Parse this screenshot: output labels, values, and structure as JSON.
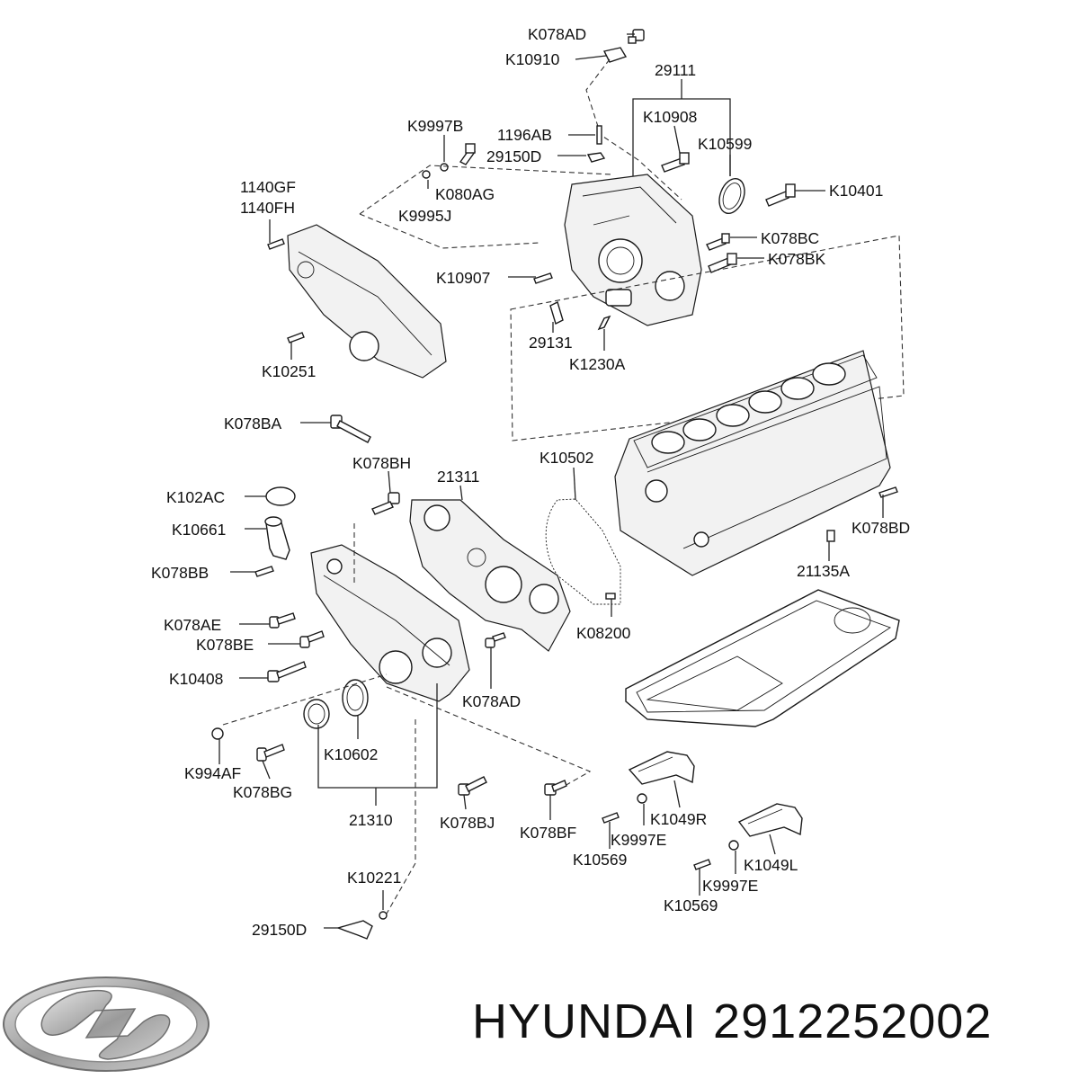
{
  "labels": [
    {
      "id": "K078AD_top",
      "text": "K078AD"
    },
    {
      "id": "K10910",
      "text": "K10910"
    },
    {
      "id": "29111",
      "text": "29111"
    },
    {
      "id": "K10908",
      "text": "K10908"
    },
    {
      "id": "K10599",
      "text": "K10599"
    },
    {
      "id": "K9997B",
      "text": "K9997B"
    },
    {
      "id": "1196AB",
      "text": "1196AB"
    },
    {
      "id": "29150D_top",
      "text": "29150D"
    },
    {
      "id": "K080AG",
      "text": "K080AG"
    },
    {
      "id": "K9995J",
      "text": "K9995J"
    },
    {
      "id": "K10401",
      "text": "K10401"
    },
    {
      "id": "1140GF",
      "text": "1140GF"
    },
    {
      "id": "1140FH",
      "text": "1140FH"
    },
    {
      "id": "K078BC",
      "text": "K078BC"
    },
    {
      "id": "K078BK",
      "text": "K078BK"
    },
    {
      "id": "K10907",
      "text": "K10907"
    },
    {
      "id": "29131",
      "text": "29131"
    },
    {
      "id": "K1230A",
      "text": "K1230A"
    },
    {
      "id": "K10251",
      "text": "K10251"
    },
    {
      "id": "K078BA",
      "text": "K078BA"
    },
    {
      "id": "K078BH",
      "text": "K078BH"
    },
    {
      "id": "21311",
      "text": "21311"
    },
    {
      "id": "K10502",
      "text": "K10502"
    },
    {
      "id": "K102AC",
      "text": "K102AC"
    },
    {
      "id": "K10661",
      "text": "K10661"
    },
    {
      "id": "K078BD",
      "text": "K078BD"
    },
    {
      "id": "K078BB",
      "text": "K078BB"
    },
    {
      "id": "21135A",
      "text": "21135A"
    },
    {
      "id": "K078AE",
      "text": "K078AE"
    },
    {
      "id": "K08200",
      "text": "K08200"
    },
    {
      "id": "K078BE",
      "text": "K078BE"
    },
    {
      "id": "K10408",
      "text": "K10408"
    },
    {
      "id": "K078AD_mid",
      "text": "K078AD"
    },
    {
      "id": "K10602",
      "text": "K10602"
    },
    {
      "id": "K994AF",
      "text": "K994AF"
    },
    {
      "id": "K078BG",
      "text": "K078BG"
    },
    {
      "id": "21310",
      "text": "21310"
    },
    {
      "id": "K078BJ",
      "text": "K078BJ"
    },
    {
      "id": "K078BF",
      "text": "K078BF"
    },
    {
      "id": "K1049R",
      "text": "K1049R"
    },
    {
      "id": "K9997E_1",
      "text": "K9997E"
    },
    {
      "id": "K10569_1",
      "text": "K10569"
    },
    {
      "id": "K1049L",
      "text": "K1049L"
    },
    {
      "id": "K9997E_2",
      "text": "K9997E"
    },
    {
      "id": "K10569_2",
      "text": "K10569"
    },
    {
      "id": "K10221",
      "text": "K10221"
    },
    {
      "id": "29150D_bot",
      "text": "29150D"
    }
  ],
  "brand": {
    "name": "HYUNDAI",
    "part_number": "2912252002",
    "logo": "hyundai-logo"
  },
  "colors": {
    "line": "#222222",
    "text": "#111111",
    "background": "#ffffff"
  }
}
